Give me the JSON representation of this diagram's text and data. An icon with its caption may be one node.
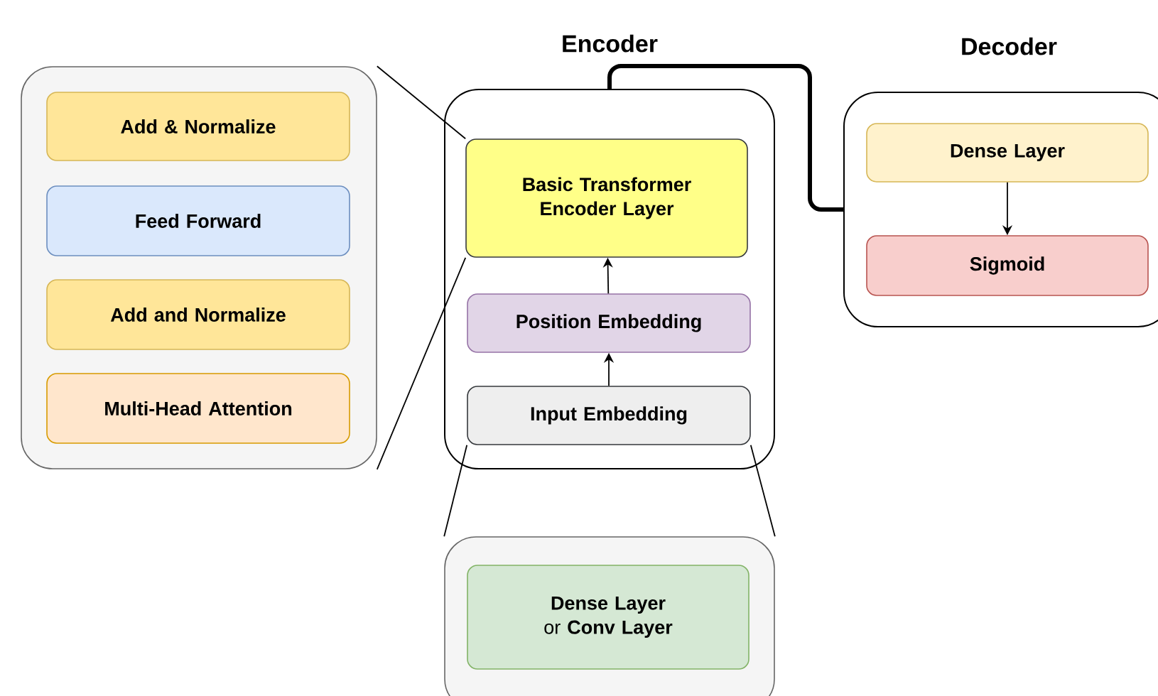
{
  "diagram": {
    "nodes": [
      {
        "text": [],
        "shape": "box"
      },
      {
        "text": [
          "Add & Normalize"
        ],
        "in": 0
      },
      {
        "text": [
          "Feed Forward"
        ],
        "in": 0
      },
      {
        "text": [
          "Add and Normalize"
        ],
        "in": 0
      },
      {
        "text": [
          "Multi-Head Attention"
        ],
        "in": 0
      },
      {
        "text": [
          "Encoder"
        ]
      },
      {
        "text": [
          "Basic Transformer Encoder Layer"
        ],
        "in": 5
      },
      {
        "text": [
          "Position Embedding"
        ],
        "in": 5
      },
      {
        "text": [
          "Input Embedding"
        ],
        "in": 5
      },
      {
        "text": [
          "Decoder"
        ]
      },
      {
        "text": [
          "Dense Layer"
        ],
        "in": 9
      },
      {
        "text": [
          "Sigmoid"
        ],
        "in": 9
      },
      {
        "text": [],
        "shape": "box"
      },
      {
        "text": [
          "**Dense Layer** or **Conv Layer**"
        ],
        "in": 12
      }
    ],
    "edges": [
      {
        "from": 8,
        "to": 7,
        "arrow": "to"
      },
      {
        "from": 7,
        "to": 6,
        "arrow": "to"
      },
      {
        "from": 10,
        "to": 11,
        "arrow": "to"
      },
      {
        "from": 5,
        "to": 9,
        "arrow": "none",
        "style": "thick"
      },
      {
        "from": 0,
        "to": 6,
        "arrow": "none"
      },
      {
        "from": 0,
        "to": 6,
        "arrow": "none"
      },
      {
        "from": 12,
        "to": 8,
        "arrow": "none"
      },
      {
        "from": 12,
        "to": 8,
        "arrow": "none"
      }
    ]
  }
}
